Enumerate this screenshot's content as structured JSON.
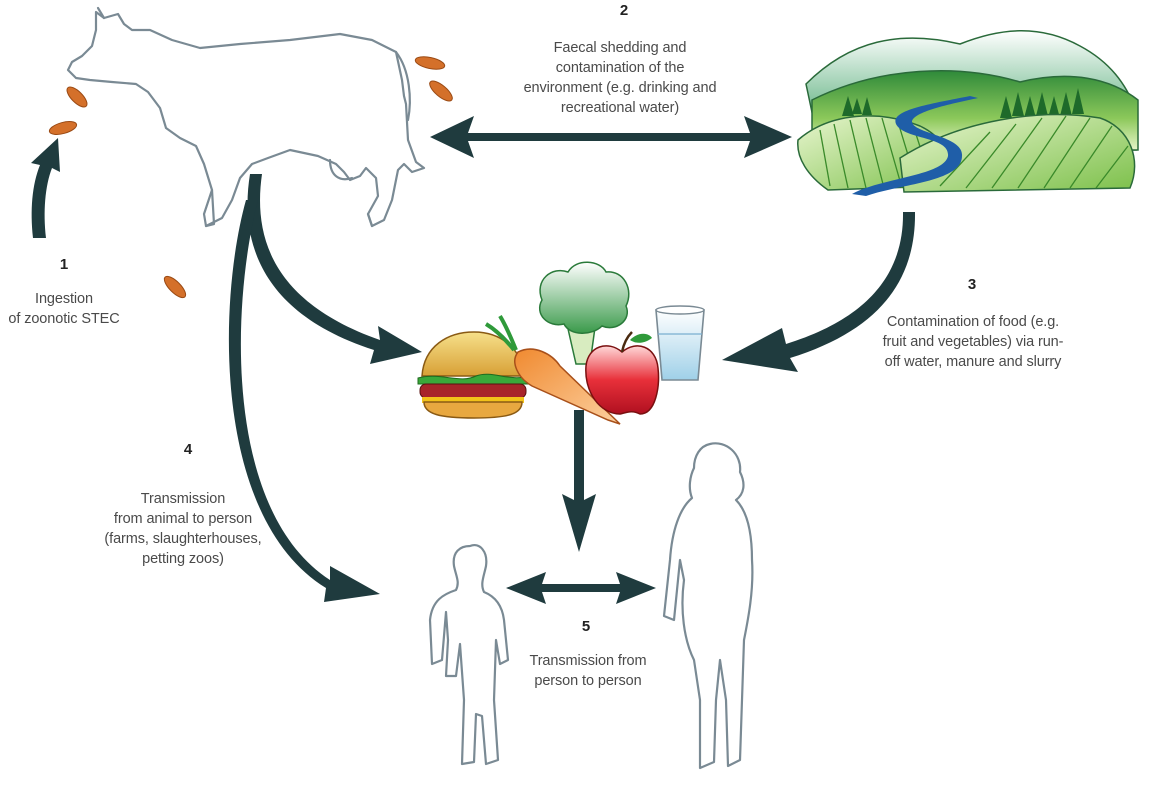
{
  "steps": [
    {
      "number": "1",
      "lines": [
        "Ingestion",
        "of zoonotic STEC"
      ]
    },
    {
      "number": "2",
      "lines": [
        "Faecal shedding and",
        "contamination of the",
        "environment (e.g. drinking and",
        "recreational water)"
      ]
    },
    {
      "number": "3",
      "lines": [
        "Contamination of food (e.g.",
        "fruit and vegetables) via run-",
        "off water, manure and slurry"
      ]
    },
    {
      "number": "4",
      "lines": [
        "Transmission",
        "from animal to person",
        "(farms, slaughterhouses,",
        "petting zoos)"
      ]
    },
    {
      "number": "5",
      "lines": [
        "Transmission from",
        "person to person"
      ]
    }
  ],
  "colors": {
    "arrow": "#1f3b3e",
    "outline": "#7a8a94",
    "grain": "#d4702a",
    "hill_green": "#5ea83a",
    "river": "#1f5ea8"
  },
  "icons": [
    "cow-icon",
    "landscape-icon",
    "hamburger-icon",
    "broccoli-icon",
    "carrot-icon",
    "apple-icon",
    "water-glass-icon",
    "child-silhouette-icon",
    "woman-silhouette-icon",
    "contaminant-grain-icon"
  ]
}
